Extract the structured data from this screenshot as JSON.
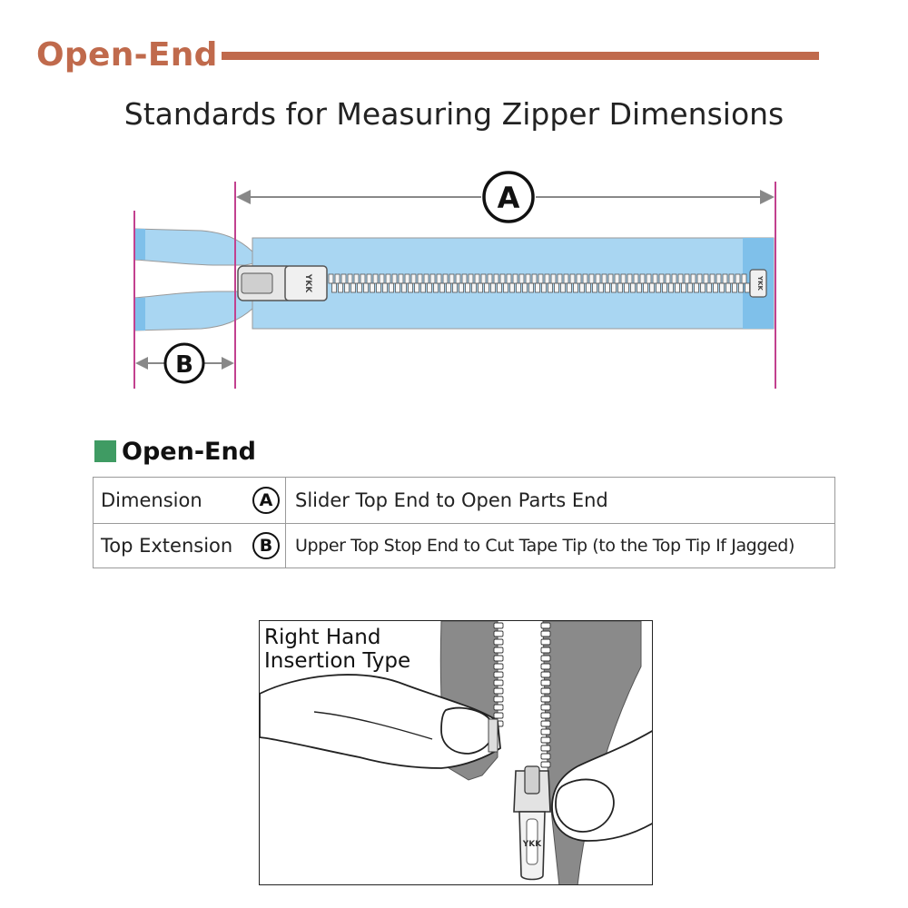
{
  "header": {
    "title": "Open-End"
  },
  "subtitle": "Standards for Measuring Zipper Dimensions",
  "diagram": {
    "label_a": "A",
    "label_b": "B",
    "slider_brand": "YKK",
    "colors": {
      "tape": "#a9d6f2",
      "tape_end": "#7fc0ea",
      "guide": "#c2418f",
      "arrow": "#888888"
    }
  },
  "section": {
    "title": "Open-End",
    "accent": "#3f9b63"
  },
  "table": {
    "rows": [
      {
        "label": "Dimension",
        "badge": "A",
        "description": "Slider Top End to Open Parts End"
      },
      {
        "label": "Top Extension",
        "badge": "B",
        "description": "Upper Top Stop End to Cut Tape Tip (to the Top Tip If Jagged)"
      }
    ]
  },
  "illustration": {
    "label_line1": "Right Hand",
    "label_line2": "Insertion Type",
    "slider_brand": "YKK"
  }
}
